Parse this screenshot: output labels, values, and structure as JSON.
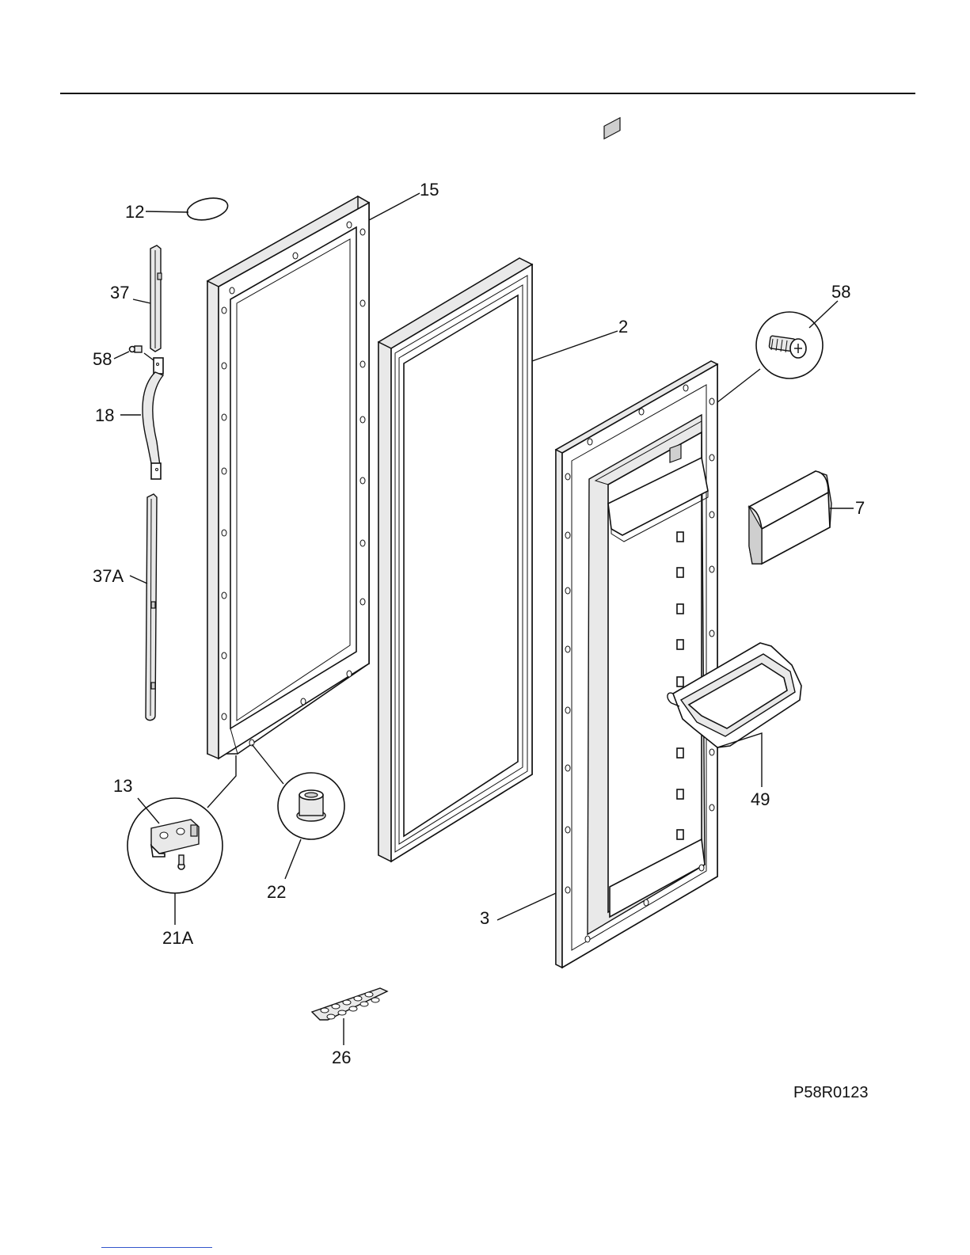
{
  "diagram": {
    "drawing_code": "P58R0123",
    "callouts": [
      {
        "id": "c12",
        "label": "12"
      },
      {
        "id": "c15",
        "label": "15"
      },
      {
        "id": "c37",
        "label": "37"
      },
      {
        "id": "c58a",
        "label": "58"
      },
      {
        "id": "c18",
        "label": "18"
      },
      {
        "id": "c37A",
        "label": "37A"
      },
      {
        "id": "c13",
        "label": "13"
      },
      {
        "id": "c21A",
        "label": "21A"
      },
      {
        "id": "c22",
        "label": "22"
      },
      {
        "id": "c26",
        "label": "26"
      },
      {
        "id": "c2",
        "label": "2"
      },
      {
        "id": "c58b",
        "label": "58"
      },
      {
        "id": "c7",
        "label": "7"
      },
      {
        "id": "c49",
        "label": "49"
      },
      {
        "id": "c3",
        "label": "3"
      }
    ]
  }
}
